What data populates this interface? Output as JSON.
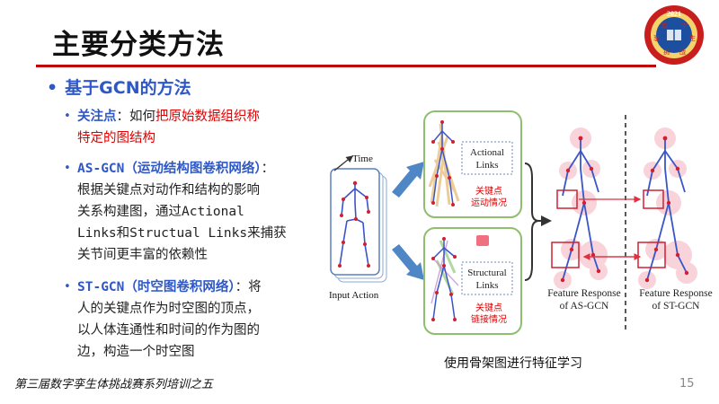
{
  "title": "主要分类方法",
  "logo": {
    "year": "2021",
    "chars": [
      "数",
      "字",
      "孪",
      "生",
      "挑",
      "战"
    ]
  },
  "bullet_main": "基于GCN的方法",
  "items": [
    {
      "label": "关注点",
      "sep": "：如何",
      "highlight": "把原始数据组织称",
      "line2": "特定的图结构"
    },
    {
      "label": "AS-GCN（运动结构图卷积网络）",
      "sep": "：",
      "lines": [
        "根据关键点对动作和结构的影响",
        "关系构建图，通过Actional",
        "Links和Structual Links来捕获",
        "关节间更丰富的依赖性"
      ]
    },
    {
      "label": "ST-GCN（时空图卷积网络）",
      "sep": "：将",
      "lines": [
        "人的关键点作为时空图的顶点，",
        "以人体连通性和时间的作为图的",
        "边，构造一个时空图"
      ]
    }
  ],
  "figure": {
    "time": "Time",
    "input_action": "Input Action",
    "actional_links": [
      "Actional",
      "Links"
    ],
    "structural_links": [
      "Structural",
      "Links"
    ],
    "red_note_top": [
      "关键点",
      "运动情况"
    ],
    "red_note_bottom": [
      "关键点",
      "链接情况"
    ],
    "feature_as": [
      "Feature Response",
      "of AS-GCN"
    ],
    "feature_st": [
      "Feature Response",
      "of ST-GCN"
    ]
  },
  "caption": "使用骨架图进行特征学习",
  "footer": "第三届数字孪生体挑战赛系列培训之五",
  "page_number": "15",
  "colors": {
    "accent_red": "#c00000",
    "accent_blue": "#2e58c6",
    "box_green": "#8fbe6e",
    "highlight_red": "#e00000"
  }
}
